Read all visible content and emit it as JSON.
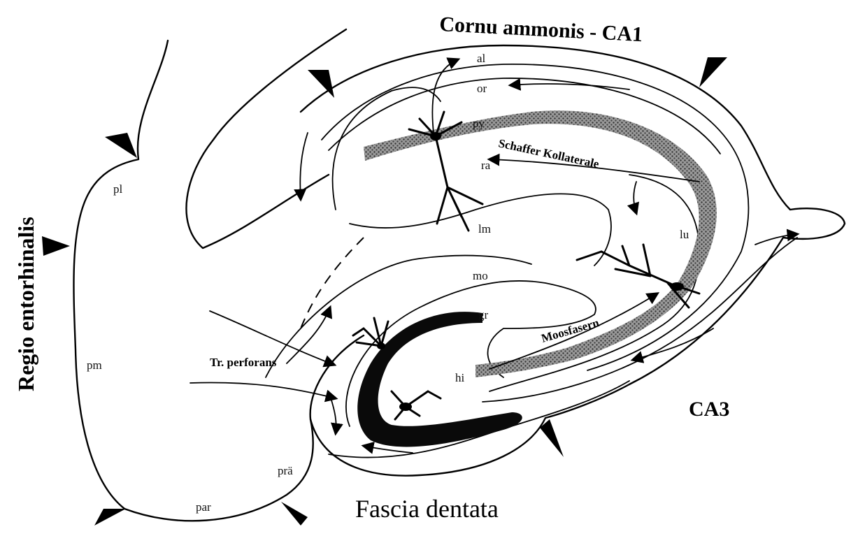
{
  "title_top": "Cornu ammonis - CA1",
  "title_left": "Regio entorhinalis",
  "title_bottom": "Fascia dentata",
  "title_ca3": "CA3",
  "fibers": {
    "schaffer": "Schaffer Kollaterale",
    "moos": "Moosfasern",
    "perforans": "Tr. perforans"
  },
  "layers": {
    "al": "al",
    "or": "or",
    "py": "py",
    "ra": "ra",
    "lm": "lm",
    "lu": "lu",
    "mo": "mo",
    "gr": "gr",
    "hi": "hi"
  },
  "entorhinal_layers": {
    "pl": "pl",
    "pm": "pm",
    "pra": "prä",
    "par": "par"
  },
  "colors": {
    "ink": "#000000",
    "stipple": "#6b6b6b",
    "granule": "#0a0a0a"
  }
}
